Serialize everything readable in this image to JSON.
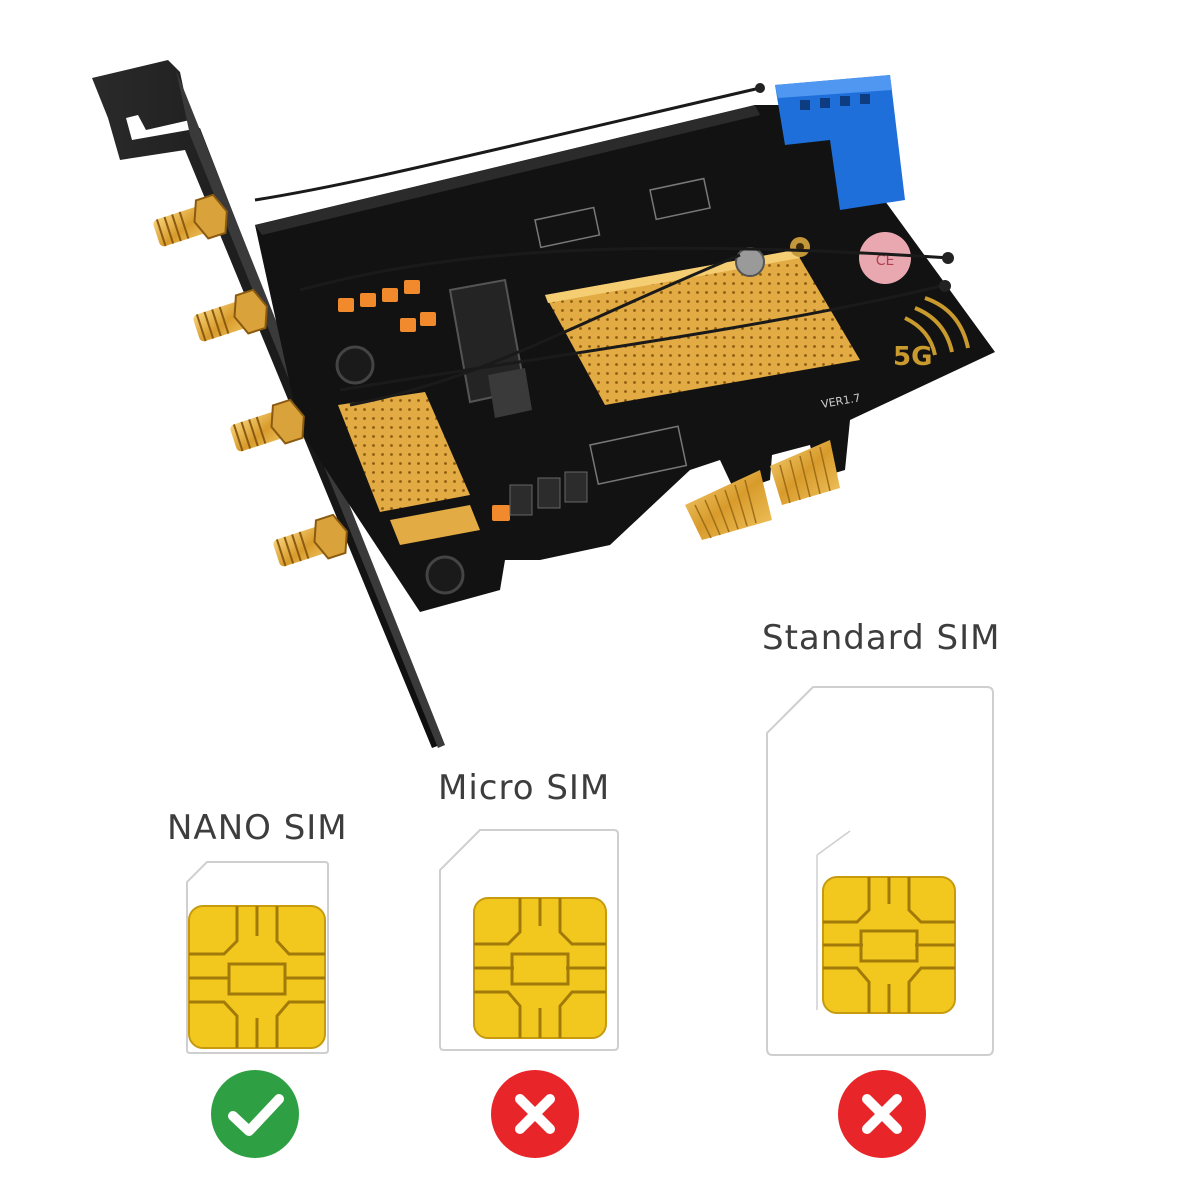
{
  "sim_options": [
    {
      "name": "NANO SIM",
      "compatible": true,
      "badge_icon": "checkmark-icon",
      "badge_color": "#2ea043"
    },
    {
      "name": "Micro SIM",
      "compatible": false,
      "badge_icon": "cross-icon",
      "badge_color": "#e8262a"
    },
    {
      "name": "Standard SIM",
      "compatible": false,
      "badge_icon": "cross-icon",
      "badge_color": "#e8262a"
    }
  ],
  "board": {
    "badge_text": "5G",
    "version_text": "VER1.7"
  },
  "colors": {
    "pcb": "#141414",
    "gold": "#e9b53a",
    "chip_gold": "#f3c81e",
    "usb_header": "#1e6fd9",
    "capacitor": "#f08a2c"
  }
}
